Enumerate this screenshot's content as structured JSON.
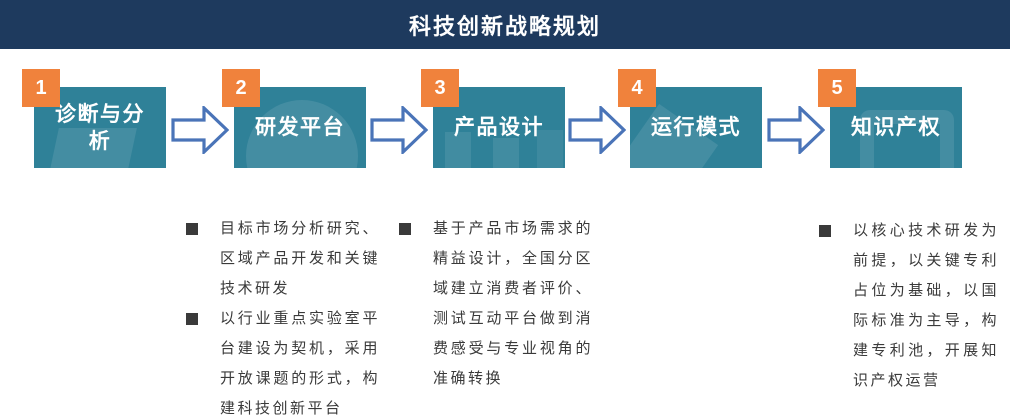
{
  "header": {
    "title": "科技创新战略规划"
  },
  "steps": [
    {
      "number": "1",
      "label": "诊断与分析"
    },
    {
      "number": "2",
      "label": "研发平台"
    },
    {
      "number": "3",
      "label": "产品设计"
    },
    {
      "number": "4",
      "label": "运行模式"
    },
    {
      "number": "5",
      "label": "知识产权"
    }
  ],
  "notes": {
    "under_step_2": {
      "bullets": [
        "目标市场分析研究、区域产品开发和关键技术研发",
        "以行业重点实验室平台建设为契机，采用开放课题的形式，构建科技创新平台"
      ]
    },
    "under_step_3": {
      "bullets": [
        "基于产品市场需求的精益设计，全国分区域建立消费者评价、测试互动平台做到消费感受与专业视角的准确转换"
      ]
    },
    "under_step_5": {
      "bullets": [
        "以核心技术研发为前提，以关键专利占位为基础，以国际标准为主导，构建专利池，开展知识产权运营"
      ]
    }
  },
  "colors": {
    "header_bg": "#1E3A5E",
    "box_teal": "#2F8198",
    "badge_orange": "#F0823C",
    "arrow_blue": "#4A74B8",
    "text_dark": "#3A3A3A",
    "text_white": "#FFFFFF"
  }
}
